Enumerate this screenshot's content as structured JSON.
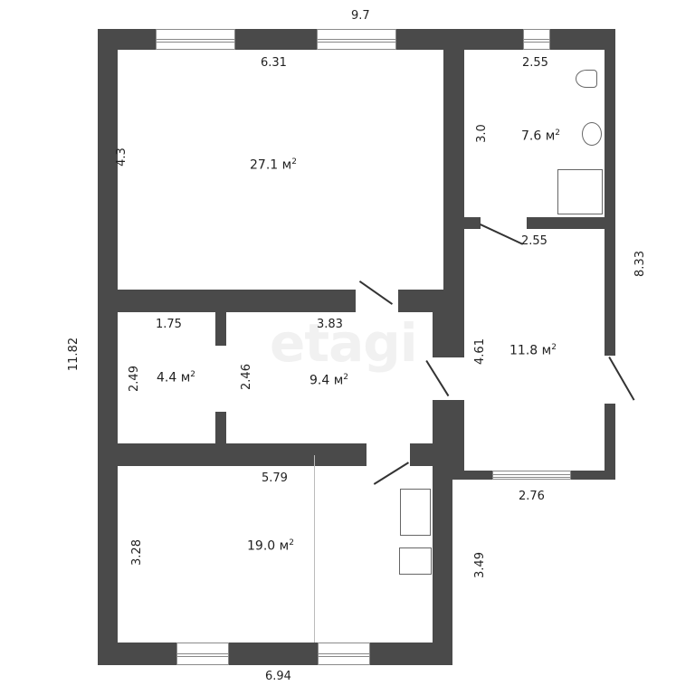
{
  "watermark": "etagi",
  "overall_dimensions": {
    "top_width": "9.7",
    "left_height": "11.82",
    "right_height": "8.33",
    "bottom_width": "6.94",
    "kitchen_right": "3.49",
    "bottom_right_width": "2.76"
  },
  "rooms": [
    {
      "id": "living-room",
      "area": "27.1",
      "unit": "м",
      "sup": "2",
      "width": "6.31",
      "height": "4.3"
    },
    {
      "id": "bathroom",
      "area": "7.6",
      "unit": "м",
      "sup": "2",
      "width": "2.55",
      "height": "3.0"
    },
    {
      "id": "bedroom-right",
      "area": "11.8",
      "unit": "м",
      "sup": "2",
      "width": "2.55",
      "height": "4.61"
    },
    {
      "id": "storage",
      "area": "4.4",
      "unit": "м",
      "sup": "2",
      "width": "1.75",
      "height": "2.49"
    },
    {
      "id": "hallway",
      "area": "9.4",
      "unit": "м",
      "sup": "2",
      "width": "3.83",
      "height": "2.46"
    },
    {
      "id": "kitchen-living",
      "area": "19.0",
      "unit": "м",
      "sup": "2",
      "width": "5.79",
      "height": "3.28"
    }
  ],
  "colors": {
    "wall": "#4a4a4a",
    "background": "#ffffff",
    "watermark": "#f1f1f1"
  }
}
